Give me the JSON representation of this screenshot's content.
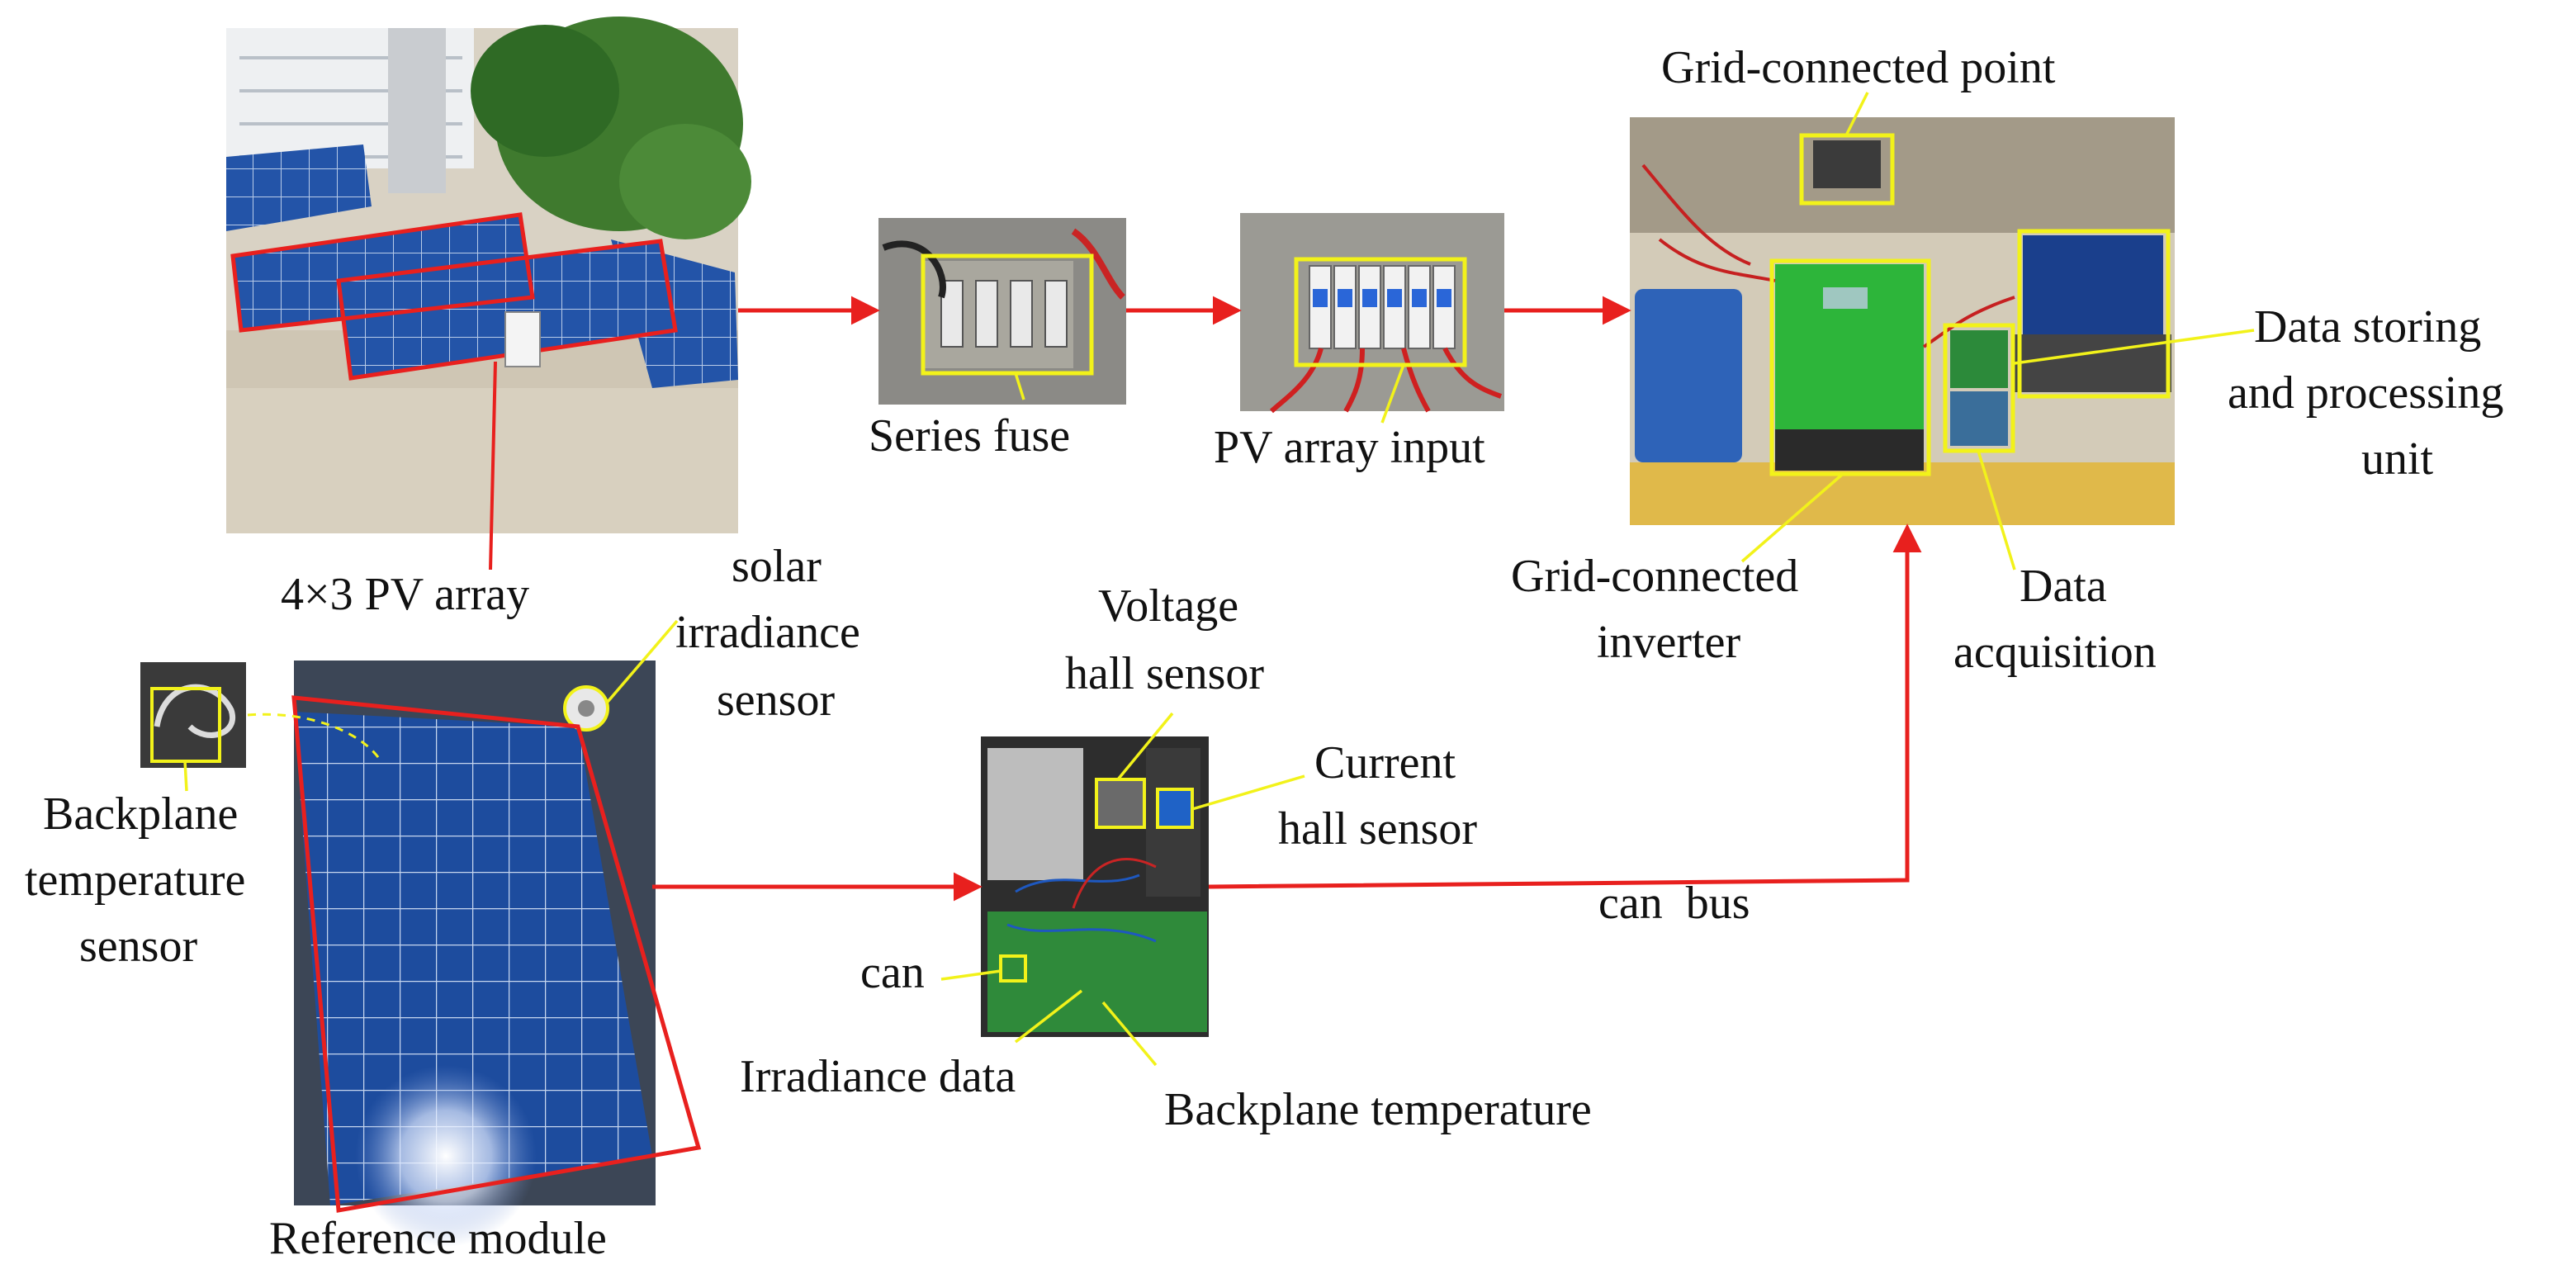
{
  "labels": {
    "pv_array": "4×3 PV array",
    "series_fuse": "Series fuse",
    "pv_array_input": "PV array input",
    "grid_connected_point": "Grid-connected point",
    "data_storing_1": "Data storing",
    "data_storing_2": "and processing",
    "data_storing_3": "unit",
    "grid_inverter_1": "Grid-connected",
    "grid_inverter_2": "inverter",
    "data_acq_1": "Data",
    "data_acq_2": "acquisition",
    "solar_1": "solar",
    "solar_2": "irradiance",
    "solar_3": "sensor",
    "backplane_sensor_1": "Backplane",
    "backplane_sensor_2": "temperature",
    "backplane_sensor_3": "sensor",
    "voltage_1": "Voltage",
    "voltage_2": "hall sensor",
    "current_1": "Current",
    "current_2": "hall sensor",
    "can_bus": "can  bus",
    "can": "can",
    "irradiance_data": "Irradiance data",
    "backplane_temperature": "Backplane temperature",
    "reference_module": "Reference module"
  },
  "colors": {
    "flow_arrow": "#e8201e",
    "highlight_box": "#f2f21a",
    "panel_blue": "#1f4f9e",
    "inverter_green": "#2db53a",
    "board_green": "#2c8a3a"
  }
}
